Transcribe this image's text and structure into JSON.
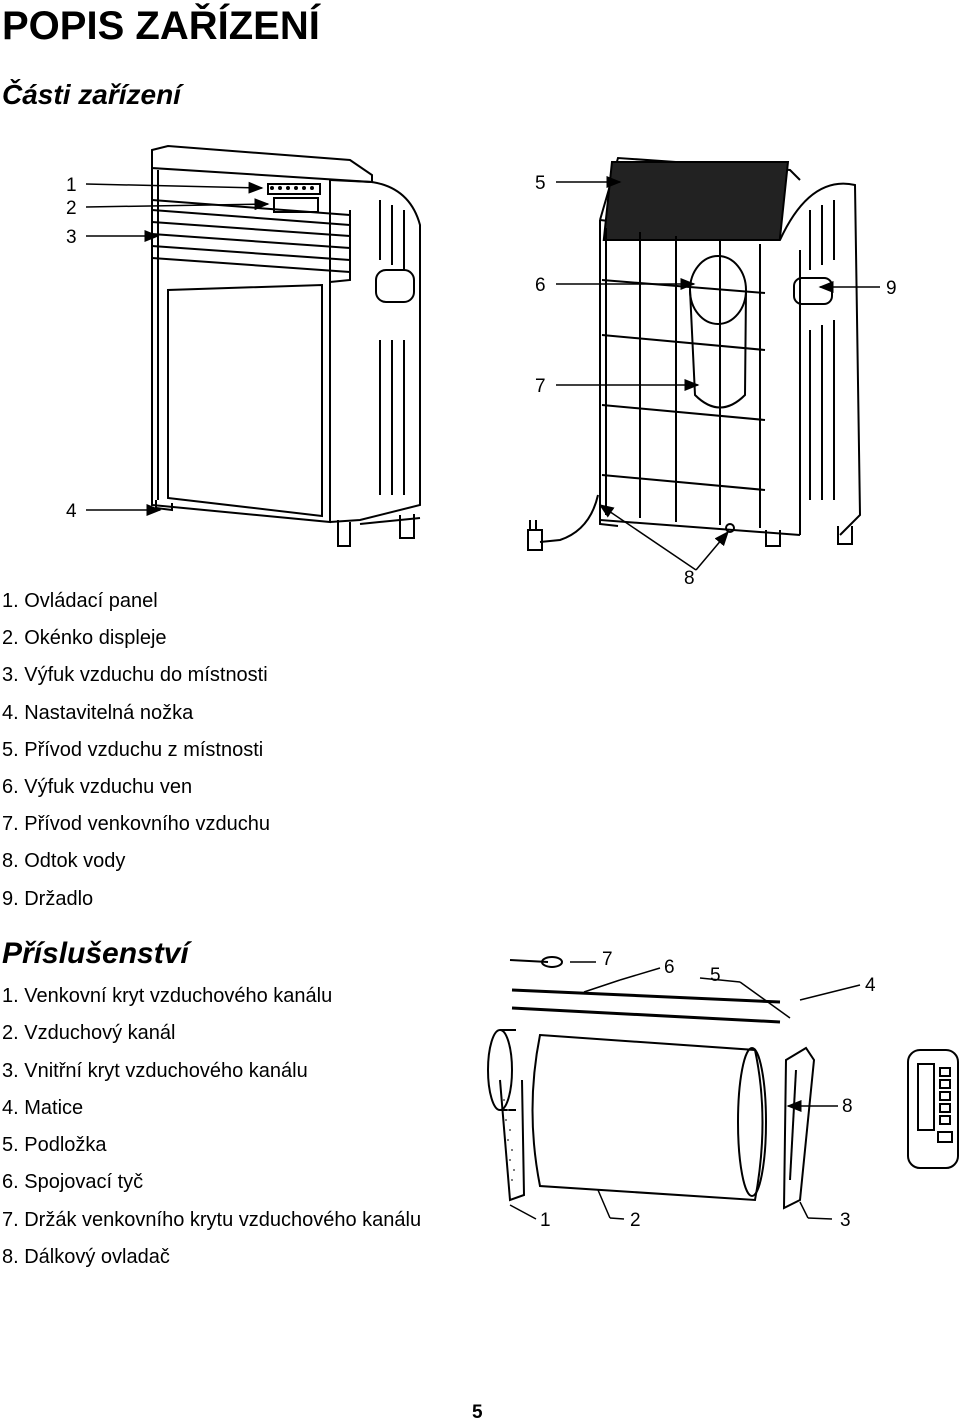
{
  "title": "POPIS ZAŘÍZENÍ",
  "subtitle": "Části zařízení",
  "parts": [
    "1. Ovládací panel",
    "2. Okénko displeje",
    "3. Výfuk vzduchu do místnosti",
    "4. Nastavitelná nožka",
    "5. Přívod vzduchu z místnosti",
    "6. Výfuk vzduchu ven",
    "7. Přívod venkovního vzduchu",
    "8. Odtok vody",
    "9. Držadlo"
  ],
  "accessories_title": "Příslušenství",
  "accessories": [
    "1. Venkovní kryt vzduchového kanálu",
    "2. Vzduchový kanál",
    "3. Vnitřní kryt vzduchového kanálu",
    "4. Matice",
    "5. Podložka",
    "6. Spojovací tyč",
    "7. Držák venkovního krytu vzduchového kanálu",
    "8. Dálkový ovladač"
  ],
  "callouts": {
    "front": [
      "1",
      "2",
      "3",
      "4"
    ],
    "back": [
      "5",
      "6",
      "7",
      "8",
      "9"
    ],
    "accessories": [
      "7",
      "6",
      "5",
      "4",
      "8",
      "1",
      "2",
      "3"
    ]
  },
  "page_number": "5"
}
